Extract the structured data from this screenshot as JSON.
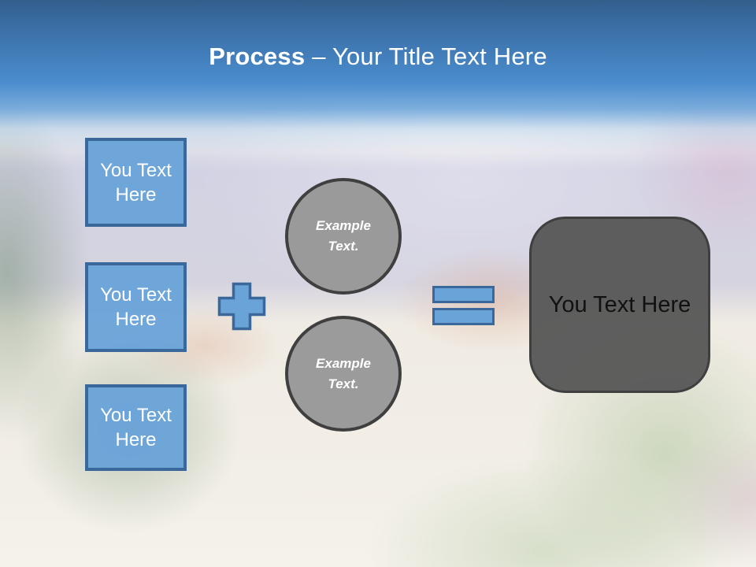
{
  "slide": {
    "title": {
      "bold": "Process",
      "rest": "– Your Title Text Here"
    },
    "left_boxes": [
      {
        "label": "You Text Here"
      },
      {
        "label": "You Text Here"
      },
      {
        "label": "You Text Here"
      }
    ],
    "operators": {
      "plus": "plus-sign",
      "equals": "equals-sign"
    },
    "circles": [
      {
        "label": "Example Text."
      },
      {
        "label": "Example Text."
      }
    ],
    "result_box": {
      "label": "You Text Here"
    },
    "background": "washed-out photo of a Mediterranean coastal town with harbor, red roofs and foliage",
    "colors": {
      "header_top": "#335E8C",
      "header_bottom": "#4B8DCE",
      "accent_blue_fill": "#6AA3D8",
      "accent_blue_border": "#3A689A",
      "circle_gray_fill": "#989898",
      "circle_gray_border": "#3F3F3F",
      "result_gray_fill": "#595959",
      "title_text": "#FFFFFF",
      "box_text": "#FFFFFF",
      "result_text": "#111111"
    }
  }
}
